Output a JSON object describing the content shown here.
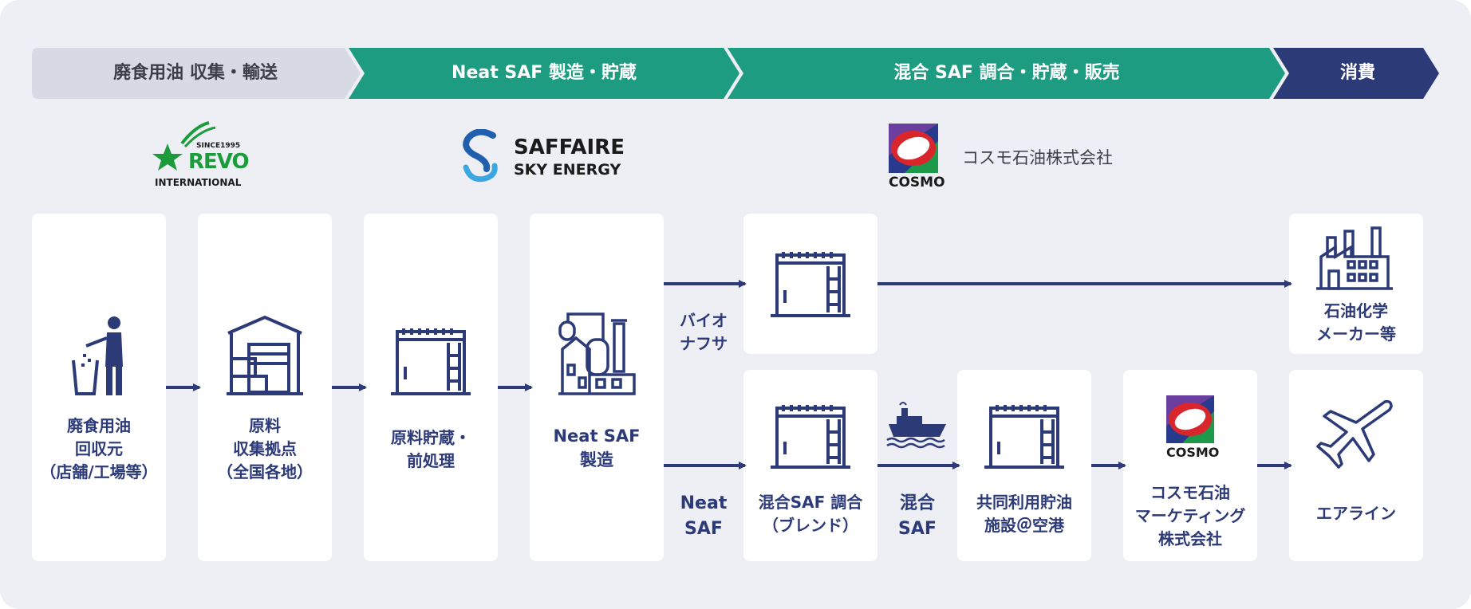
{
  "stages": [
    {
      "label": "廃食用油  収集・輸送",
      "color": "#d7dae5",
      "text_color": "#3c3f4a"
    },
    {
      "label": "Neat SAF 製造・貯蔵",
      "color": "#1e9c82",
      "text_color": "#ffffff"
    },
    {
      "label": "混合 SAF 調合・貯蔵・販売",
      "color": "#1e9c82",
      "text_color": "#ffffff"
    },
    {
      "label": "消費",
      "color": "#2c3a78",
      "text_color": "#ffffff"
    }
  ],
  "companies": {
    "revo": {
      "since": "SINCE1995",
      "name": "REVO",
      "sub": "INTERNATIONAL"
    },
    "saffaire": {
      "line1": "SAFFAIRE",
      "line2": "SKY ENERGY"
    },
    "cosmo": {
      "logo_text": "COSMO",
      "name": "コスモ石油株式会社"
    }
  },
  "nodes": {
    "collection_source": "廃食用油\n回収元\n（店舗/工場等）",
    "collection_base": "原料\n収集拠点\n（全国各地）",
    "storage_pretreat": "原料貯蔵・\n前処理",
    "neat_saf_production": "Neat SAF\n製造",
    "blending": "混合SAF 調合\n（ブレンド）",
    "shared_storage": "共同利用貯油\n施設＠空港",
    "cosmo_marketing": "コスモ石油\nマーケティング\n株式会社",
    "petrochemical": "石油化学\nメーカー等",
    "airline": "エアライン"
  },
  "flow_labels": {
    "bio_naphtha": "バイオ\nナフサ",
    "neat_saf": "Neat\nSAF",
    "blended_saf": "混合\nSAF"
  },
  "colors": {
    "navy": "#2c3a78",
    "green": "#1e9c82",
    "light": "#d7dae5",
    "background": "#eeeff5",
    "revo_green": "#1c9b3c",
    "saffaire_blue": "#1f5fae",
    "cosmo_red": "#d9262c",
    "cosmo_blue": "#273a8c",
    "cosmo_green": "#1d9a4a"
  },
  "icons": [
    "trash-person-icon",
    "warehouse-icon",
    "tank-icon",
    "factory-icon",
    "ship-icon",
    "petrochemical-plant-icon",
    "airplane-icon"
  ]
}
